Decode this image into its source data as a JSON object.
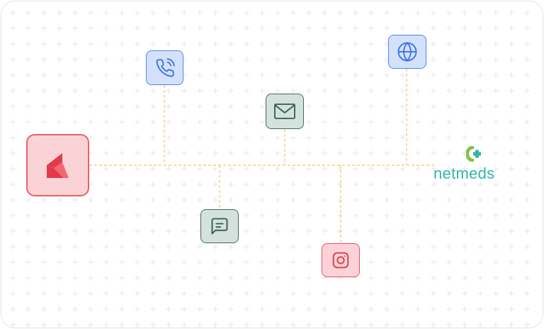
{
  "diagram": {
    "source": {
      "icon": "red-chevron-logo-icon"
    },
    "target": {
      "icon": "netmeds-plus-icon",
      "wordmark": "netmeds",
      "color": "#2fb5a8"
    },
    "channels": [
      {
        "name": "phone",
        "icon": "phone-call-icon",
        "color": "#4d86ee"
      },
      {
        "name": "email",
        "icon": "mail-icon",
        "color": "#3b6e5b"
      },
      {
        "name": "web",
        "icon": "globe-icon",
        "color": "#4d86ee"
      },
      {
        "name": "chat",
        "icon": "message-square-icon",
        "color": "#3b6e5b"
      },
      {
        "name": "instagram",
        "icon": "instagram-icon",
        "color": "#e5545f"
      }
    ],
    "connector_color": "#f2c66b"
  }
}
